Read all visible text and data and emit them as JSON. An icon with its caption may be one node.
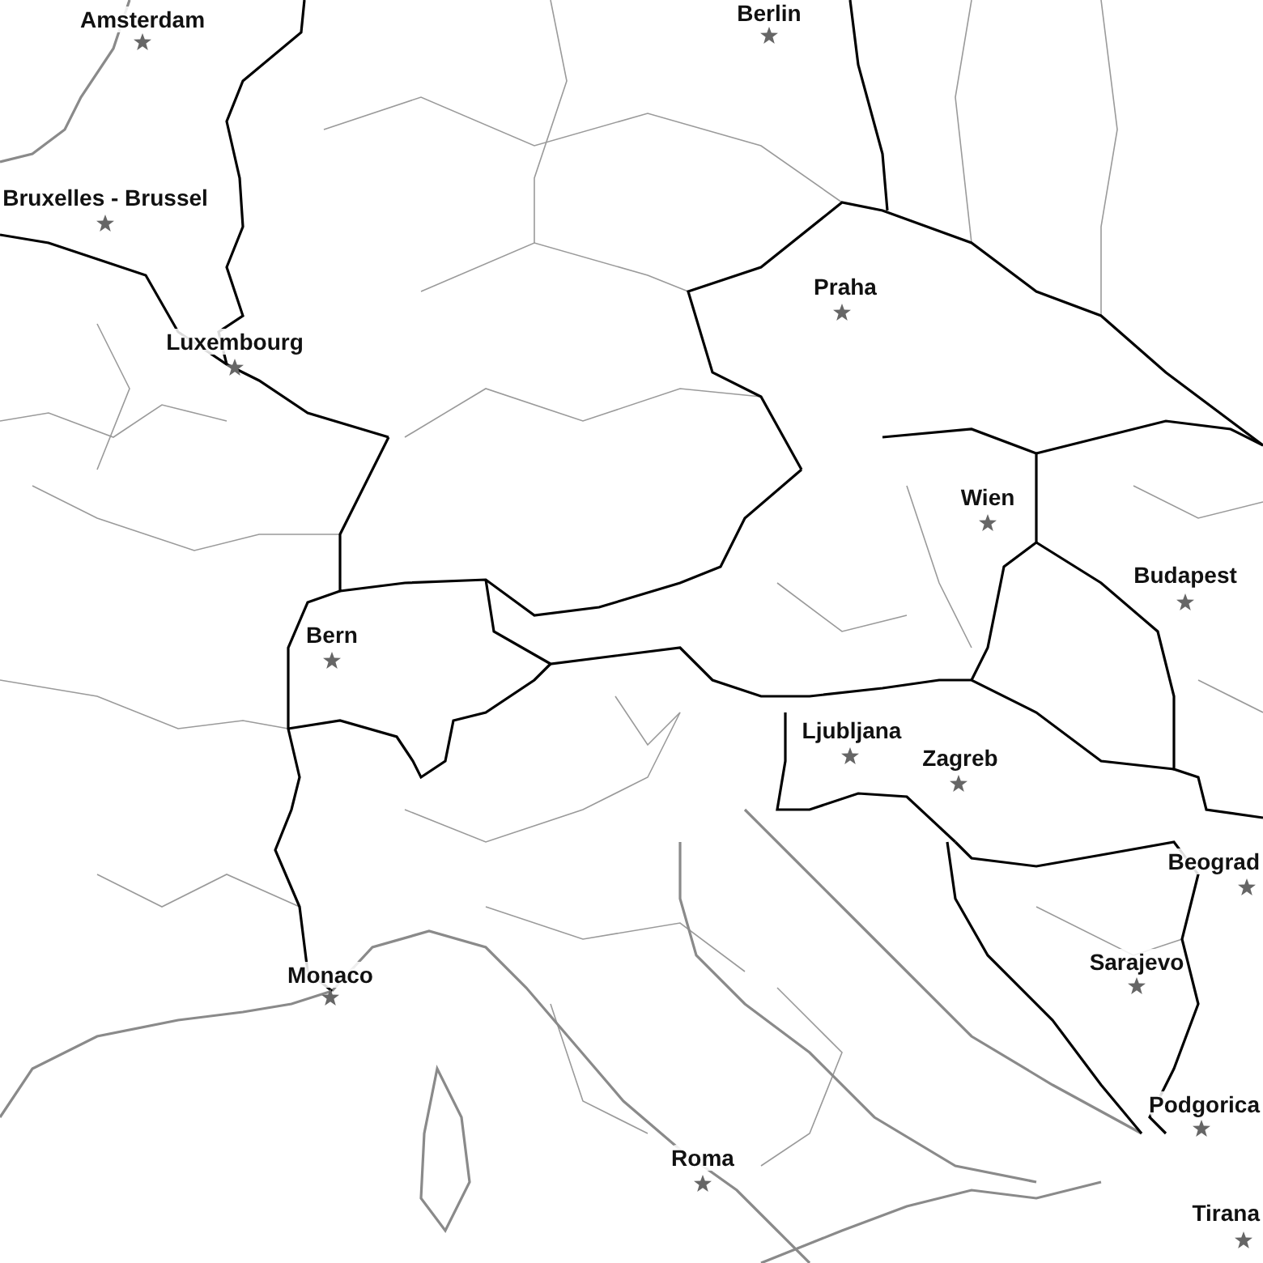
{
  "diagram": {
    "labels": [
      "Berlin",
      "Amsterdam",
      "Bruxelles - Brussel",
      "Luxembourg",
      "Praha",
      "Wien",
      "Budapest",
      "Bern",
      "Ljubljana",
      "Zagreb",
      "Beograd",
      "Sarajevo",
      "Monaco",
      "Podgorica",
      "Roma",
      "Tirana"
    ]
  }
}
